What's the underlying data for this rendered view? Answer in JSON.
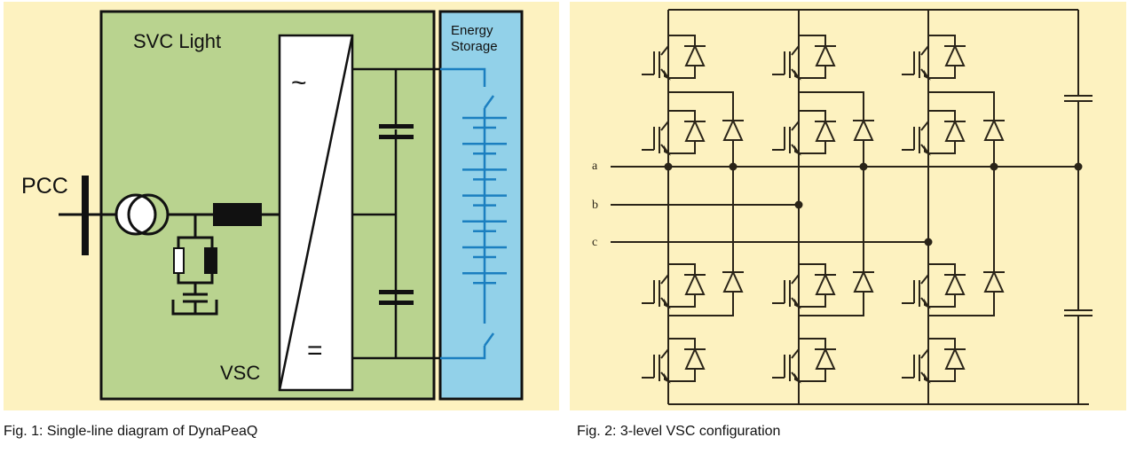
{
  "figure1": {
    "caption": "Fig. 1: Single-line diagram of DynaPeaQ",
    "labels": {
      "svc_light": "SVC Light",
      "pcc": "PCC",
      "vsc": "VSC",
      "energy_storage_line1": "Energy",
      "energy_storage_line2": "Storage",
      "ac_symbol": "~",
      "dc_symbol": "="
    },
    "colors": {
      "background": "#fdf2c0",
      "svc_box": "#b9d38f",
      "storage_box": "#92d1e9",
      "battery": "#1b7fc0",
      "line": "#111111"
    },
    "battery_cells": 7
  },
  "figure2": {
    "caption": "Fig. 2: 3-level VSC configuration",
    "phase_labels": [
      "a",
      "b",
      "c"
    ],
    "phase_legs": 3,
    "colors": {
      "background": "#fdf2c0",
      "line": "#2a2418"
    }
  }
}
